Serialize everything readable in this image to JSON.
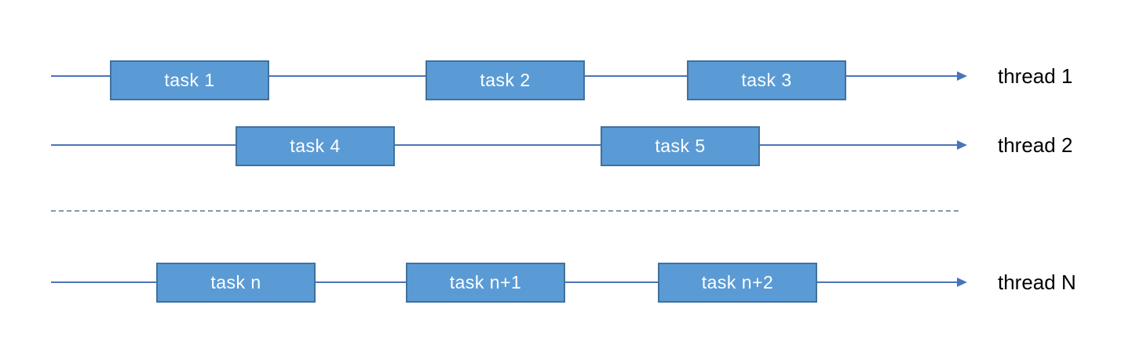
{
  "diagram": {
    "threads": [
      {
        "label": "thread 1",
        "tasks": [
          "task 1",
          "task 2",
          "task 3"
        ]
      },
      {
        "label": "thread 2",
        "tasks": [
          "task 4",
          "task 5"
        ]
      },
      {
        "label": "thread N",
        "tasks": [
          "task n",
          "task n+1",
          "task n+2"
        ]
      }
    ],
    "colors": {
      "task_fill": "#5b9bd5",
      "task_border": "#41719c",
      "timeline": "#4a74b8",
      "separator": "#8496b0",
      "task_text": "#ffffff",
      "label_text": "#000000",
      "background": "#ffffff"
    }
  }
}
